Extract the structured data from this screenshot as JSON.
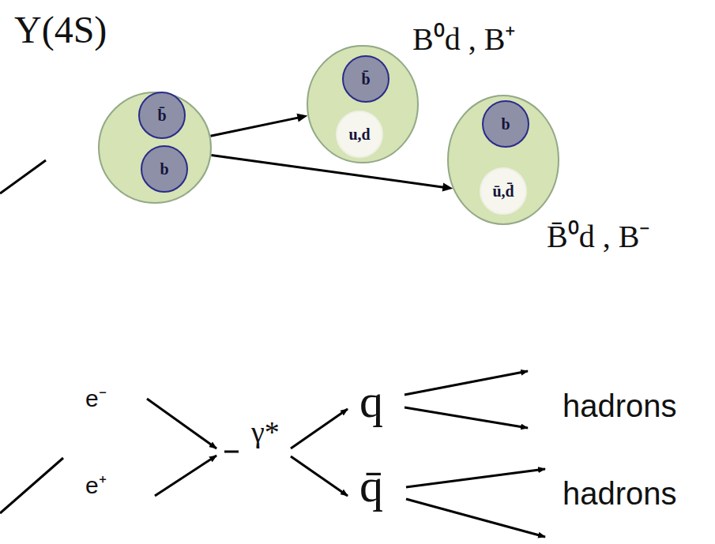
{
  "diagram": {
    "nodes": [
      {
        "text": [
          "Υ(4S)"
        ]
      },
      {
        "text": [
          "b̄"
        ],
        "in": 0
      },
      {
        "text": [
          "b"
        ],
        "in": 0
      },
      {
        "text": [
          "B⁰d , B⁺"
        ]
      },
      {
        "text": [
          "b̄"
        ],
        "in": 3
      },
      {
        "text": [
          "u,d"
        ],
        "in": 3
      },
      {
        "text": [
          "B̄⁰d , B⁻"
        ]
      },
      {
        "text": [
          "b"
        ],
        "in": 6
      },
      {
        "text": [
          "ū,d̄"
        ],
        "in": 6
      }
    ],
    "edges": [
      {
        "from": 0,
        "to": 3,
        "arrow": "to"
      },
      {
        "from": 0,
        "to": 6,
        "arrow": "to"
      }
    ],
    "labels": [
      "e⁻",
      "e⁺",
      "γ*",
      "q",
      "q̄",
      "hadrons",
      "hadrons"
    ]
  }
}
